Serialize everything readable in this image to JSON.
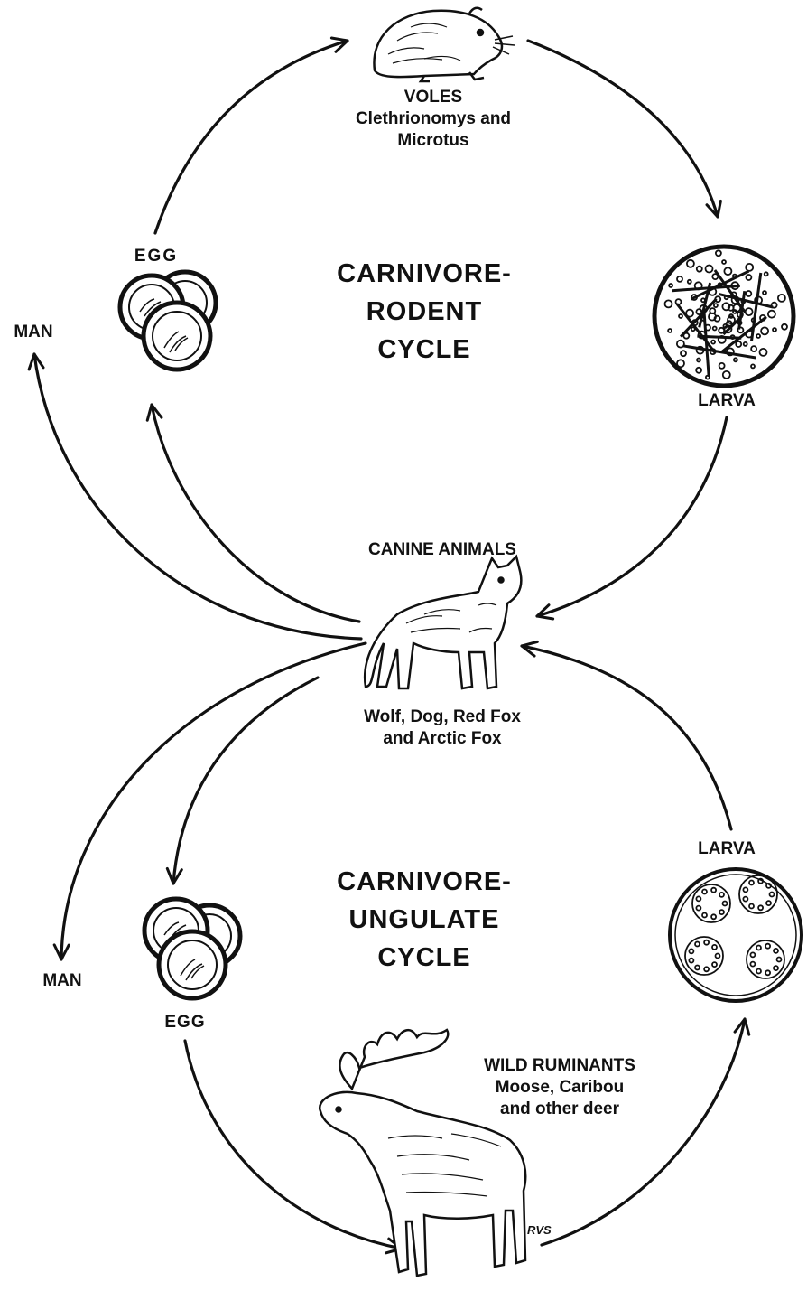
{
  "upper_cycle": {
    "title_lines": [
      "CARNIVORE-",
      "RODENT",
      "CYCLE"
    ],
    "host": {
      "name": "VOLES",
      "lines": [
        "Clethrionomys and",
        "Microtus"
      ]
    },
    "larva_label": "LARVA",
    "egg_label": "EGG",
    "man_label": "MAN"
  },
  "definitive_host": {
    "name": "CANINE ANIMALS",
    "lines": [
      "Wolf, Dog, Red Fox",
      "and Arctic Fox"
    ]
  },
  "lower_cycle": {
    "title_lines": [
      "CARNIVORE-",
      "UNGULATE",
      "CYCLE"
    ],
    "host": {
      "name": "WILD RUMINANTS",
      "lines": [
        "Moose, Caribou",
        "and other deer"
      ]
    },
    "larva_label": "LARVA",
    "egg_label": "EGG",
    "man_label": "MAN"
  },
  "signature": "RVS"
}
